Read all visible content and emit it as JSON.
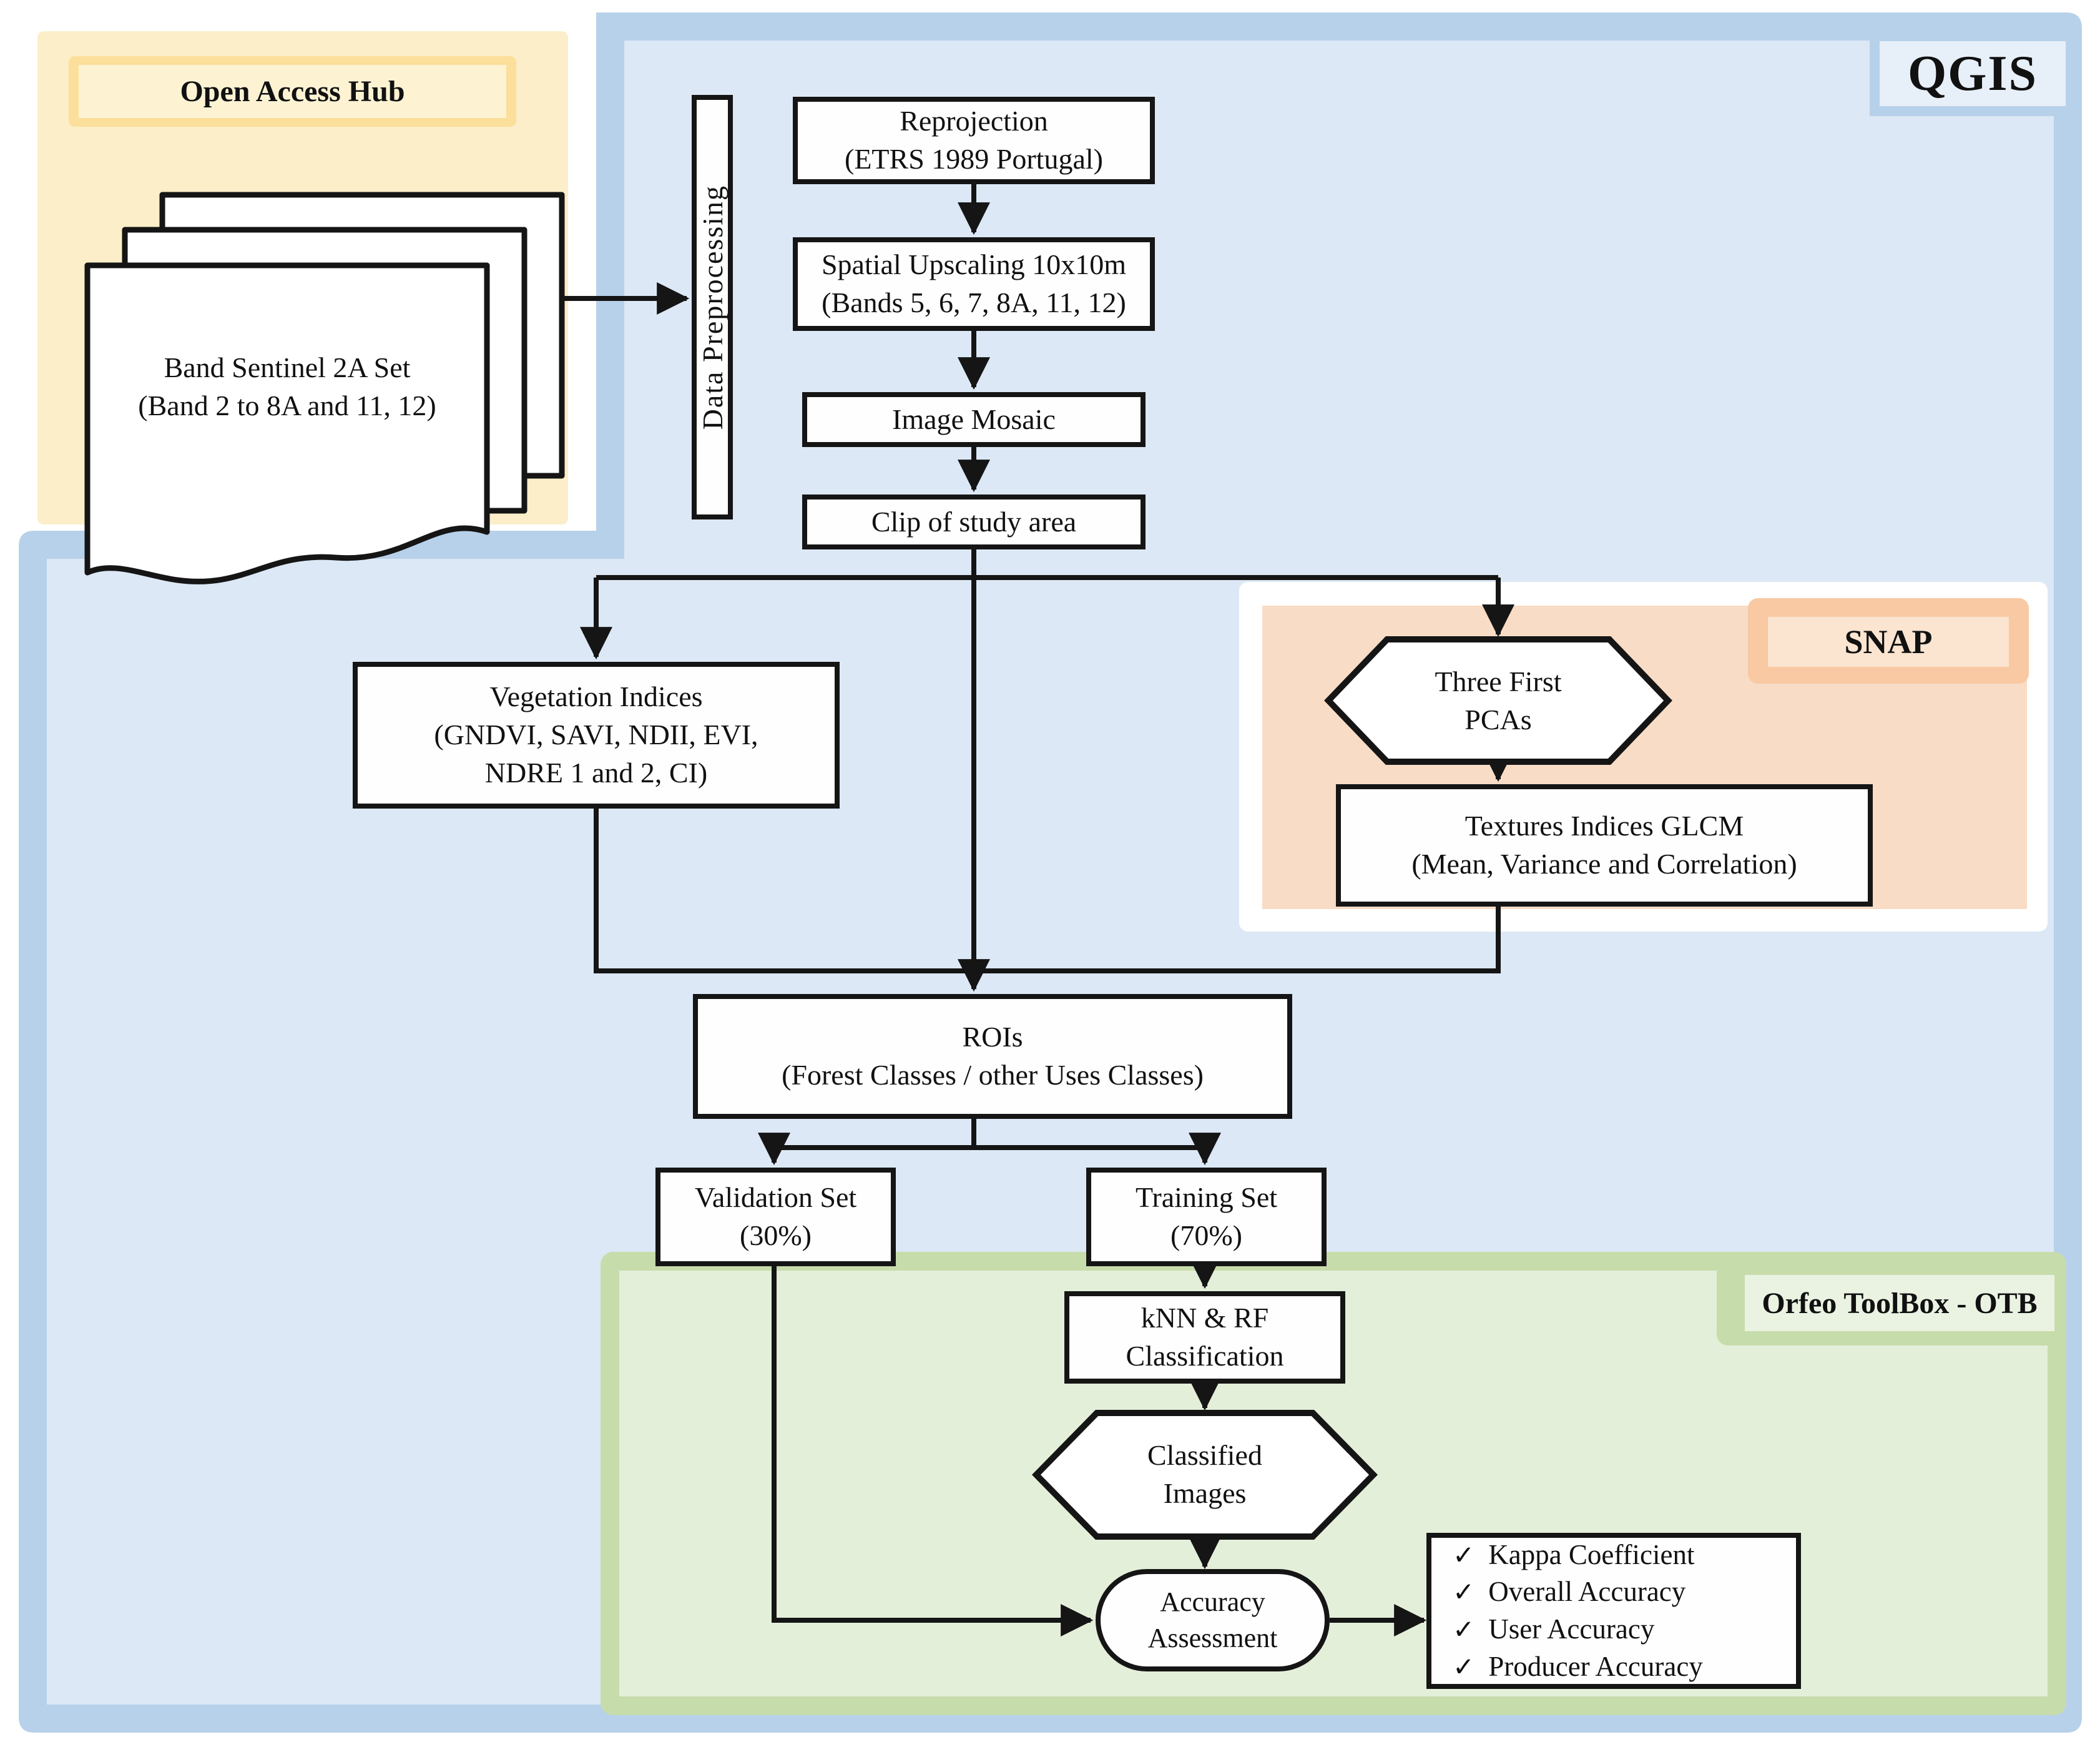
{
  "regions": {
    "qgis": {
      "label": "QGIS"
    },
    "hub": {
      "label": "Open Access Hub"
    },
    "snap": {
      "label": "SNAP"
    },
    "otb": {
      "label": "Orfeo ToolBox - OTB"
    }
  },
  "nodes": {
    "band_set": {
      "line1": "Band Sentinel 2A Set",
      "line2": "(Band 2 to 8A and 11, 12)"
    },
    "data_preprocessing": {
      "label": "Data Preprocessing"
    },
    "reprojection": {
      "line1": "Reprojection",
      "line2": "(ETRS 1989 Portugal)"
    },
    "spatial_upscaling": {
      "line1": "Spatial Upscaling 10x10m",
      "line2": "(Bands 5, 6, 7, 8A, 11, 12)"
    },
    "image_mosaic": {
      "label": "Image Mosaic"
    },
    "clip": {
      "label": "Clip of study area"
    },
    "vegetation_indices": {
      "line1": "Vegetation Indices",
      "line2": "(GNDVI, SAVI, NDII, EVI,",
      "line3": "NDRE 1 and 2, CI)"
    },
    "three_first_pcas": {
      "line1": "Three First",
      "line2": "PCAs"
    },
    "textures_glcm": {
      "line1": "Textures Indices GLCM",
      "line2": "(Mean, Variance and Correlation)"
    },
    "rois": {
      "line1": "ROIs",
      "line2": "(Forest Classes / other Uses Classes)"
    },
    "validation_set": {
      "line1": "Validation Set",
      "line2": "(30%)"
    },
    "training_set": {
      "line1": "Training Set",
      "line2": "(70%)"
    },
    "knn_rf": {
      "line1": "kNN & RF",
      "line2": "Classification"
    },
    "classified_images": {
      "line1": "Classified",
      "line2": "Images"
    },
    "accuracy_assessment": {
      "line1": "Accuracy",
      "line2": "Assessment"
    },
    "accuracy_metrics": {
      "check_glyph": "✓",
      "items": [
        "Kappa Coefficient",
        "Overall Accuracy",
        "User Accuracy",
        "Producer Accuracy"
      ]
    }
  },
  "colors": {
    "qgis-fill": "#dce8f5",
    "qgis-border": "#b8d1ea",
    "qgis-label-fill": "#e7eff9",
    "hub-fill": "#fbeec8",
    "hub-band": "#fbdf9a",
    "hub-band-inner": "#fdf3d3",
    "snap-frame": "#ffffff",
    "snap-fill": "#f8dcc6",
    "snap-band": "#f8c9a3",
    "snap-band-inner": "#fbe4d0",
    "otb-fill": "#e4efd9",
    "otb-border": "#c7dcab",
    "otb-band-inner": "#eaf3e2",
    "node-border": "#151515",
    "node-fill": "#fefefe",
    "ink": "#111111",
    "connector": "#151515"
  }
}
